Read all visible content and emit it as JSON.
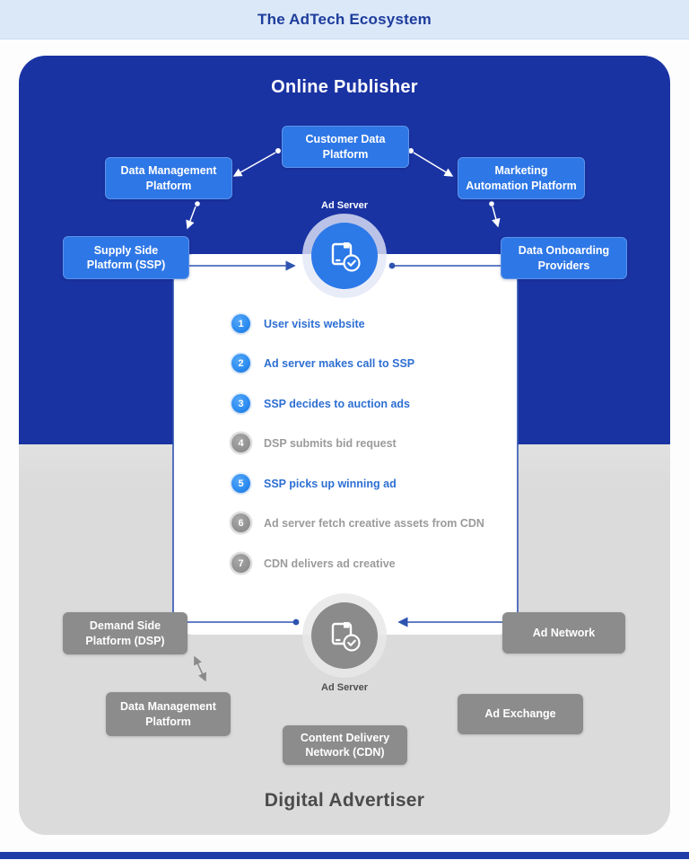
{
  "header": {
    "title": "The AdTech Ecosystem"
  },
  "publisher": {
    "title": "Online Publisher",
    "ad_server_label": "Ad Server",
    "boxes": {
      "customer_data_platform": {
        "lines": [
          "Customer Data",
          "Platform"
        ]
      },
      "data_management_platform": {
        "lines": [
          "Data Management",
          "Platform"
        ]
      },
      "marketing_automation_platform": {
        "lines": [
          "Marketing",
          "Automation Platform"
        ]
      },
      "supply_side_platform": {
        "lines": [
          "Supply Side",
          "Platform (SSP)"
        ]
      },
      "data_onboarding_providers": {
        "lines": [
          "Data Onboarding",
          "Providers"
        ]
      }
    }
  },
  "steps": [
    {
      "num": "1",
      "text": "User visits website",
      "state": "active"
    },
    {
      "num": "2",
      "text": "Ad server makes call to SSP",
      "state": "active"
    },
    {
      "num": "3",
      "text": "SSP decides to auction ads",
      "state": "active"
    },
    {
      "num": "4",
      "text": "DSP submits bid request",
      "state": "inactive"
    },
    {
      "num": "5",
      "text": "SSP picks up winning ad",
      "state": "active"
    },
    {
      "num": "6",
      "text": "Ad server fetch creative assets from CDN",
      "state": "inactive"
    },
    {
      "num": "7",
      "text": "CDN delivers ad creative",
      "state": "inactive"
    }
  ],
  "advertiser": {
    "title": "Digital Advertiser",
    "ad_server_label": "Ad Server",
    "boxes": {
      "demand_side_platform": {
        "lines": [
          "Demand Side",
          "Platform (DSP)"
        ]
      },
      "ad_network": {
        "lines": [
          "Ad Network"
        ]
      },
      "data_management_platform": {
        "lines": [
          "Data Management",
          "Platform"
        ]
      },
      "ad_exchange": {
        "lines": [
          "Ad Exchange"
        ]
      },
      "content_delivery_network": {
        "lines": [
          "Content Delivery",
          "Network (CDN)"
        ]
      }
    }
  },
  "icons": {
    "ad_server_top": "package-check-icon",
    "ad_server_bottom": "package-check-icon"
  },
  "colors": {
    "header_bg": "#dbe8f8",
    "header_text": "#1d3c9c",
    "publisher_bg": "#1a33a3",
    "advertiser_bg": "#dcdcdc",
    "node_blue": "#2e77e6",
    "node_gray": "#8c8c8c",
    "step_active_text": "#2d6fd3",
    "step_inactive_text": "#9b9b9b",
    "connector_navy": "#2f54b0",
    "connector_white": "#ffffff",
    "connector_gray": "#8a8a8a",
    "footer_bar": "#1d3ca8"
  }
}
